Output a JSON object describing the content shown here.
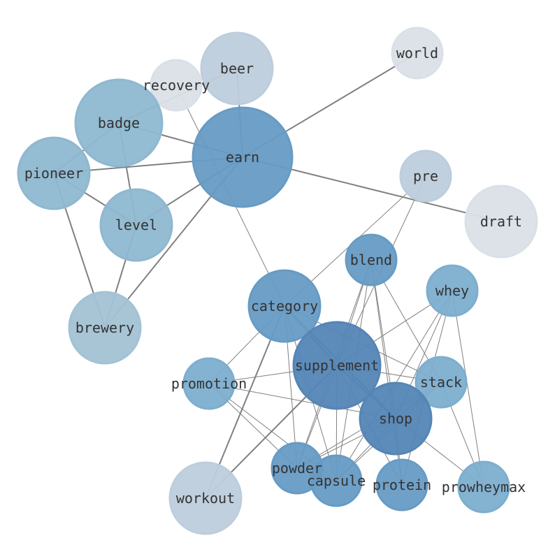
{
  "palette": {
    "c1": "#edf3fb",
    "c2": "#cddfef",
    "c3": "#b1d3e7",
    "c4": "#9bc8e2",
    "c5": "#88bde0",
    "c6": "#70a9d5",
    "c7": "#5c91c6",
    "edge": "#808080"
  },
  "nodes": [
    {
      "id": "world",
      "label": "world",
      "shade": "c1"
    },
    {
      "id": "beer",
      "label": "beer",
      "shade": "c2"
    },
    {
      "id": "recovery",
      "label": "recovery",
      "shade": "c1"
    },
    {
      "id": "badge",
      "label": "badge",
      "shade": "c4"
    },
    {
      "id": "earn",
      "label": "earn",
      "shade": "c6"
    },
    {
      "id": "pioneer",
      "label": "pioneer",
      "shade": "c4"
    },
    {
      "id": "pre",
      "label": "pre",
      "shade": "c2"
    },
    {
      "id": "draft",
      "label": "draft",
      "shade": "c1"
    },
    {
      "id": "level",
      "label": "level",
      "shade": "c4"
    },
    {
      "id": "blend",
      "label": "blend",
      "shade": "c6"
    },
    {
      "id": "whey",
      "label": "whey",
      "shade": "c5"
    },
    {
      "id": "category",
      "label": "category",
      "shade": "c6"
    },
    {
      "id": "brewery",
      "label": "brewery",
      "shade": "c3"
    },
    {
      "id": "supplement",
      "label": "supplement",
      "shade": "c7"
    },
    {
      "id": "stack",
      "label": "stack",
      "shade": "c5"
    },
    {
      "id": "promotion",
      "label": "promotion",
      "shade": "c5"
    },
    {
      "id": "shop",
      "label": "shop",
      "shade": "c7"
    },
    {
      "id": "powder",
      "label": "powder",
      "shade": "c6"
    },
    {
      "id": "capsule",
      "label": "capsule",
      "shade": "c6"
    },
    {
      "id": "protein",
      "label": "protein",
      "shade": "c6"
    },
    {
      "id": "prowheymax",
      "label": "prowheymax",
      "shade": "c5"
    },
    {
      "id": "workout",
      "label": "workout",
      "shade": "c2"
    }
  ],
  "edges": [
    [
      "earn",
      "world"
    ],
    [
      "earn",
      "beer"
    ],
    [
      "earn",
      "badge"
    ],
    [
      "earn",
      "pioneer"
    ],
    [
      "earn",
      "draft"
    ],
    [
      "earn",
      "level"
    ],
    [
      "earn",
      "brewery"
    ],
    [
      "beer",
      "badge"
    ],
    [
      "recovery",
      "category"
    ],
    [
      "badge",
      "pioneer"
    ],
    [
      "badge",
      "level"
    ],
    [
      "pioneer",
      "level"
    ],
    [
      "pioneer",
      "brewery"
    ],
    [
      "level",
      "brewery"
    ],
    [
      "pre",
      "category"
    ],
    [
      "pre",
      "supplement"
    ],
    [
      "category",
      "supplement"
    ],
    [
      "category",
      "stack"
    ],
    [
      "category",
      "shop"
    ],
    [
      "category",
      "promotion"
    ],
    [
      "category",
      "workout"
    ],
    [
      "category",
      "powder"
    ],
    [
      "category",
      "capsule"
    ],
    [
      "supplement",
      "shop"
    ],
    [
      "supplement",
      "stack"
    ],
    [
      "supplement",
      "blend"
    ],
    [
      "supplement",
      "whey"
    ],
    [
      "supplement",
      "promotion"
    ],
    [
      "supplement",
      "powder"
    ],
    [
      "supplement",
      "capsule"
    ],
    [
      "supplement",
      "protein"
    ],
    [
      "supplement",
      "workout"
    ],
    [
      "blend",
      "shop"
    ],
    [
      "blend",
      "protein"
    ],
    [
      "blend",
      "stack"
    ],
    [
      "blend",
      "powder"
    ],
    [
      "blend",
      "capsule"
    ],
    [
      "whey",
      "shop"
    ],
    [
      "whey",
      "prowheymax"
    ],
    [
      "whey",
      "protein"
    ],
    [
      "whey",
      "capsule"
    ],
    [
      "stack",
      "shop"
    ],
    [
      "stack",
      "powder"
    ],
    [
      "stack",
      "capsule"
    ],
    [
      "stack",
      "prowheymax"
    ],
    [
      "shop",
      "powder"
    ],
    [
      "shop",
      "capsule"
    ],
    [
      "shop",
      "protein"
    ],
    [
      "shop",
      "prowheymax"
    ],
    [
      "shop",
      "promotion"
    ],
    [
      "promotion",
      "powder"
    ],
    [
      "promotion",
      "capsule"
    ],
    [
      "powder",
      "capsule"
    ]
  ]
}
